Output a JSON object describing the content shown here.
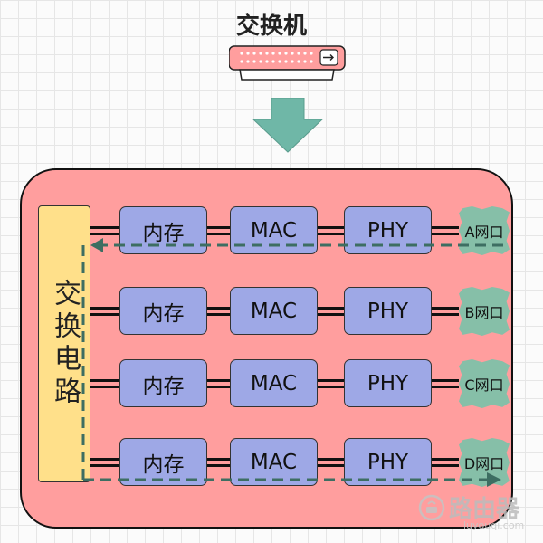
{
  "title": "交换机",
  "switch_circuit_label": "交换电路",
  "rows": [
    {
      "memory": "内存",
      "mac": "MAC",
      "phy": "PHY",
      "port": "A网口"
    },
    {
      "memory": "内存",
      "mac": "MAC",
      "phy": "PHY",
      "port": "B网口"
    },
    {
      "memory": "内存",
      "mac": "MAC",
      "phy": "PHY",
      "port": "C网口"
    },
    {
      "memory": "内存",
      "mac": "MAC",
      "phy": "PHY",
      "port": "D网口"
    }
  ],
  "watermark": {
    "name": "路由器",
    "sub": "luyouqi.com"
  },
  "colors": {
    "outer_box": "#ff9e9e",
    "circuit": "#ffe08a",
    "component": "#9ea8e6",
    "port": "#86bfa8",
    "arrow": "#6fb7a7",
    "flow": "#3d6e62",
    "device": "#ff9e9e"
  }
}
